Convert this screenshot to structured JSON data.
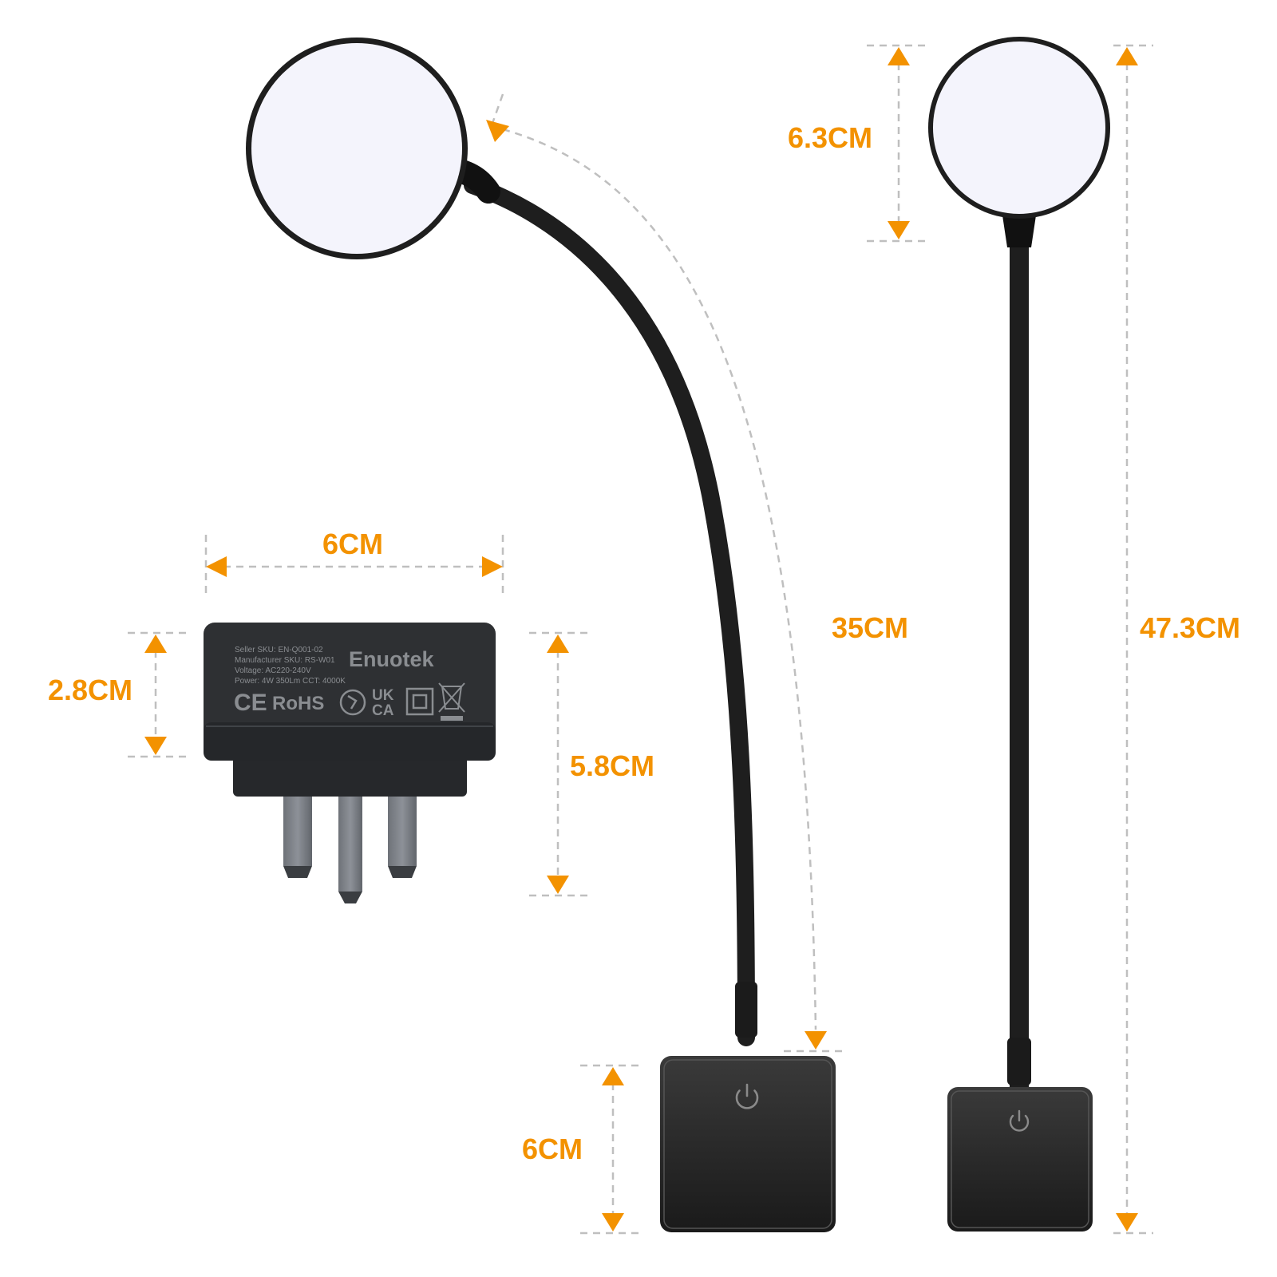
{
  "colors": {
    "accent": "#F39200",
    "dashed": "#BFBFBF",
    "lamp_body": "#1E1E1E",
    "lamp_face": "#F4F4FC",
    "plug_body": "#2E3033",
    "pin": "#7C8087",
    "label_text": "#8A8D91"
  },
  "icons": {
    "power": "power-icon",
    "arrow": "triangle-arrow-icon"
  },
  "dimensions": {
    "plug_width": "6CM",
    "plug_depth": "2.8CM",
    "plug_height": "5.8CM",
    "gooseneck_length": "35CM",
    "base_height": "6CM",
    "head_diameter": "6.3CM",
    "total_height": "47.3CM"
  },
  "plug_label": {
    "line1": "Seller SKU: EN-Q001-02",
    "line2": "Manufacturer SKU: RS-W01",
    "line3": "Voltage: AC220-240V",
    "line4": "Power: 4W   350Lm   CCT: 4000K",
    "brand": "Enuotek",
    "ce": "CE",
    "rohs": "RoHS",
    "ukca_top": "UK",
    "ukca_bottom": "CA"
  }
}
